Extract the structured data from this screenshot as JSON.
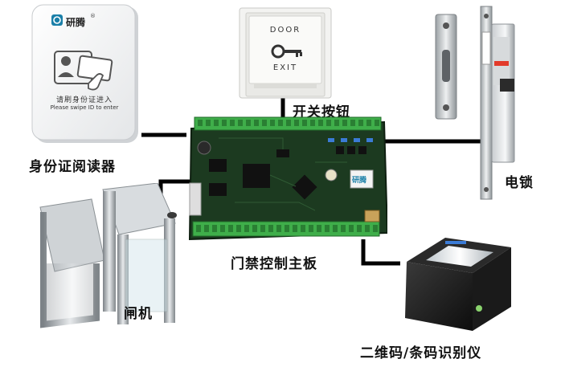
{
  "labels": {
    "id_reader": "身份证阅读器",
    "switch_button": "开关按钮",
    "lock": "电锁",
    "gate": "闸机",
    "controller": "门禁控制主板",
    "scanner": "二维码/条码识别仪"
  },
  "reader_panel": {
    "brand": "研腾",
    "reg_mark": "®",
    "prompt_cn": "请刷身份证进入",
    "prompt_en": "Please swipe ID to enter"
  },
  "exit_button": {
    "top_text": "DOOR",
    "bottom_text": "EXIT"
  },
  "board": {
    "brand": "研腾"
  },
  "colors": {
    "board_green": "#1c3a20",
    "terminal_green": "#3fae4a",
    "wire": "#000000",
    "brand_teal": "#1a7fa8"
  }
}
